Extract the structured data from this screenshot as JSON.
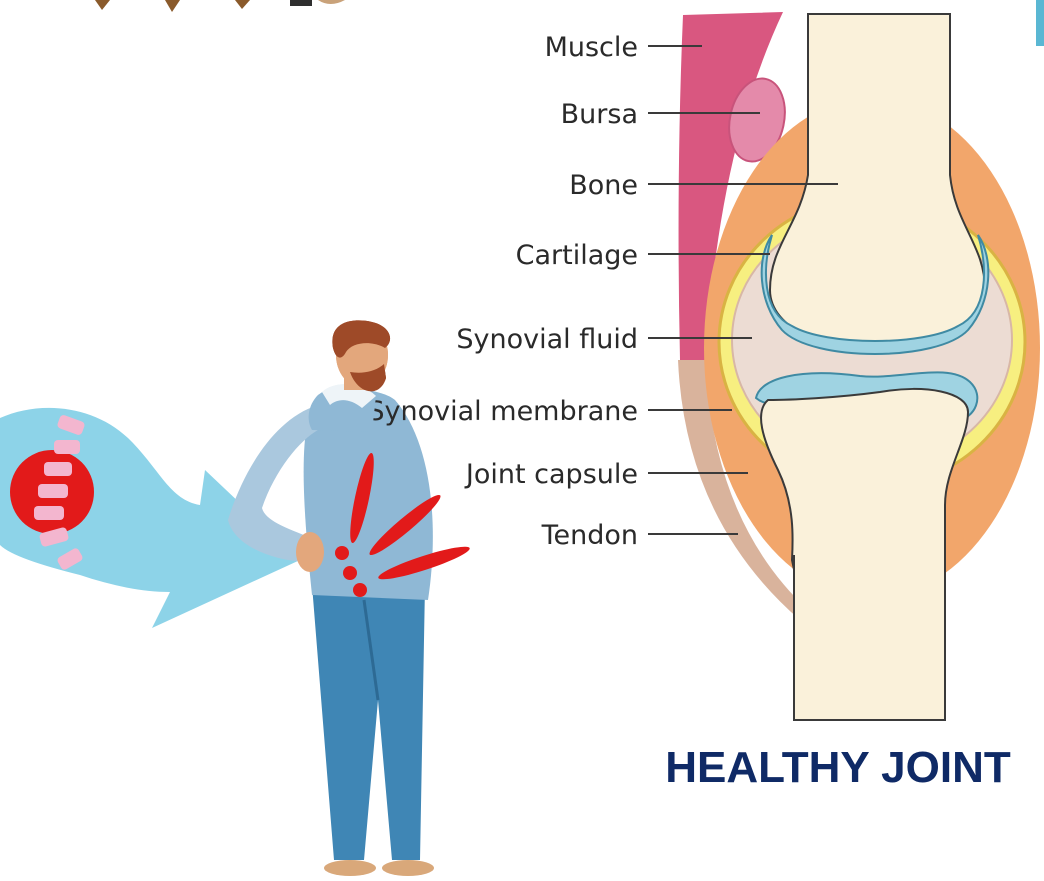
{
  "diagram": {
    "title": "HEALTHY JOINT",
    "labels": {
      "muscle": "Muscle",
      "bursa": "Bursa",
      "bone": "Bone",
      "cartilage": "Cartilage",
      "synovial_fluid": "Synovial fluid",
      "synovial_membrane": "Synovial membrane",
      "joint_capsule": "Joint capsule",
      "tendon": "Tendon"
    }
  },
  "colors": {
    "title": "#0f2a66",
    "muscle": "#d95780",
    "bursa": "#e48aaa",
    "bone": "#faf1da",
    "capsule": "#f2a66b",
    "membrane": "#f7ef80",
    "cartilage": "#9fd3e2",
    "synovial_fluid": "#ecdcd3",
    "tendon": "#d9b39c",
    "pain": "#e21a1a",
    "callout": "#8dd3e8"
  }
}
